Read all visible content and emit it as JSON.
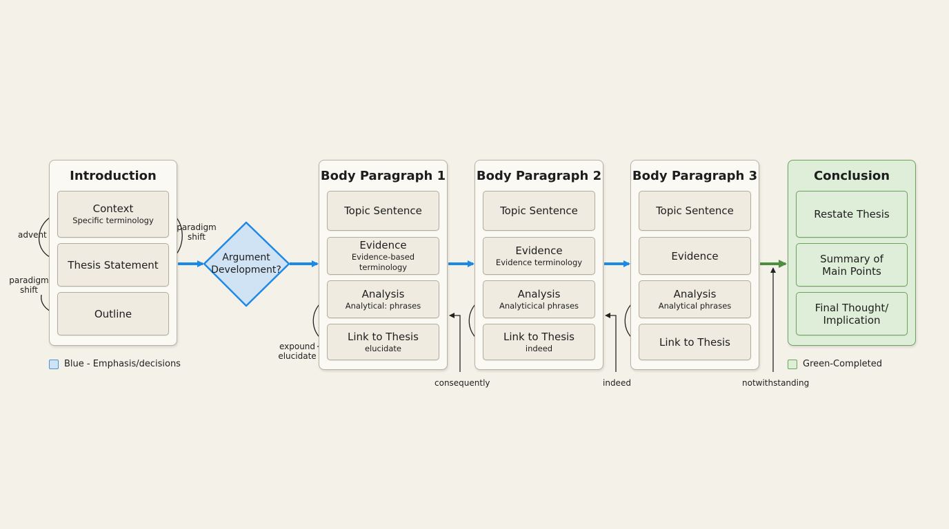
{
  "colors": {
    "accent_blue": "#1e88e5",
    "accent_green": "#4e8f3f",
    "emphasis_fill": "#cfe3f5",
    "completed_fill": "#dfeed8"
  },
  "introduction": {
    "title": "Introduction",
    "context": {
      "label": "Context",
      "sub": "Specific terminology"
    },
    "thesis": "Thesis Statement",
    "outline": "Outline",
    "note_advent": "advent",
    "note_paradigm_right": "paradigm shift",
    "note_paradigm_left": "paradigm shift"
  },
  "decision": {
    "label": "Argument Development?"
  },
  "body_paragraphs": [
    {
      "title": "Body Paragraph 1",
      "topic": "Topic Sentence",
      "evidence": {
        "label": "Evidence",
        "sub": "Evidence-based terminology"
      },
      "analysis": {
        "label": "Analysis",
        "sub": "Analytical: phrases"
      },
      "link": {
        "label": "Link to Thesis",
        "sub": "elucidate"
      }
    },
    {
      "title": "Body Paragraph 2",
      "topic": "Topic Sentence",
      "evidence": {
        "label": "Evidence",
        "sub": "Evidence terminology"
      },
      "analysis": {
        "label": "Analysis",
        "sub": "Analyticical phrases"
      },
      "link": {
        "label": "Link to Thesis",
        "sub": "indeed"
      }
    },
    {
      "title": "Body Paragraph 3",
      "topic": "Topic Sentence",
      "evidence": {
        "label": "Evidence",
        "sub": ""
      },
      "analysis": {
        "label": "Analysis",
        "sub": "Analytical phrases"
      },
      "link": {
        "label": "Link to Thesis",
        "sub": ""
      }
    }
  ],
  "conclusion": {
    "title": "Conclusion",
    "restate": "Restate Thesis",
    "summary": "Summary of Main Points",
    "final": "Final Thought/ Implication"
  },
  "transitions": {
    "expound_elucidate": "expound elucidate",
    "consequently": "consequently",
    "indeed": "indeed",
    "notwithstanding": "notwithstanding"
  },
  "legend": {
    "blue": "Blue - Emphasis/decisions",
    "green": "Green-Completed"
  }
}
